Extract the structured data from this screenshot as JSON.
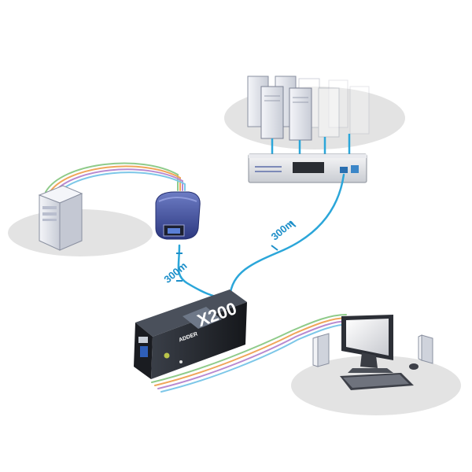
{
  "distances": {
    "cable_receiver": "300m",
    "cable_switch": "300m"
  },
  "extender": {
    "model": "X200",
    "brand_line": "ADDER"
  },
  "colors": {
    "cat_cable": "#2ba6d9",
    "bundle": [
      "#8fcb8a",
      "#f0a65a",
      "#b98ad0",
      "#7dc7e8"
    ],
    "shadow": "#e2e2e2",
    "dongle": "#3e4f98",
    "extender_body": "#26292f",
    "pc_case": "#eceef4"
  },
  "icons": [
    "tower-pc-icon",
    "usb-dongle-icon",
    "rack-switch-icon",
    "server-stack-icon",
    "desktop-monitor-icon",
    "speaker-icon",
    "keyboard-icon",
    "mouse-icon",
    "extender-unit-icon"
  ]
}
